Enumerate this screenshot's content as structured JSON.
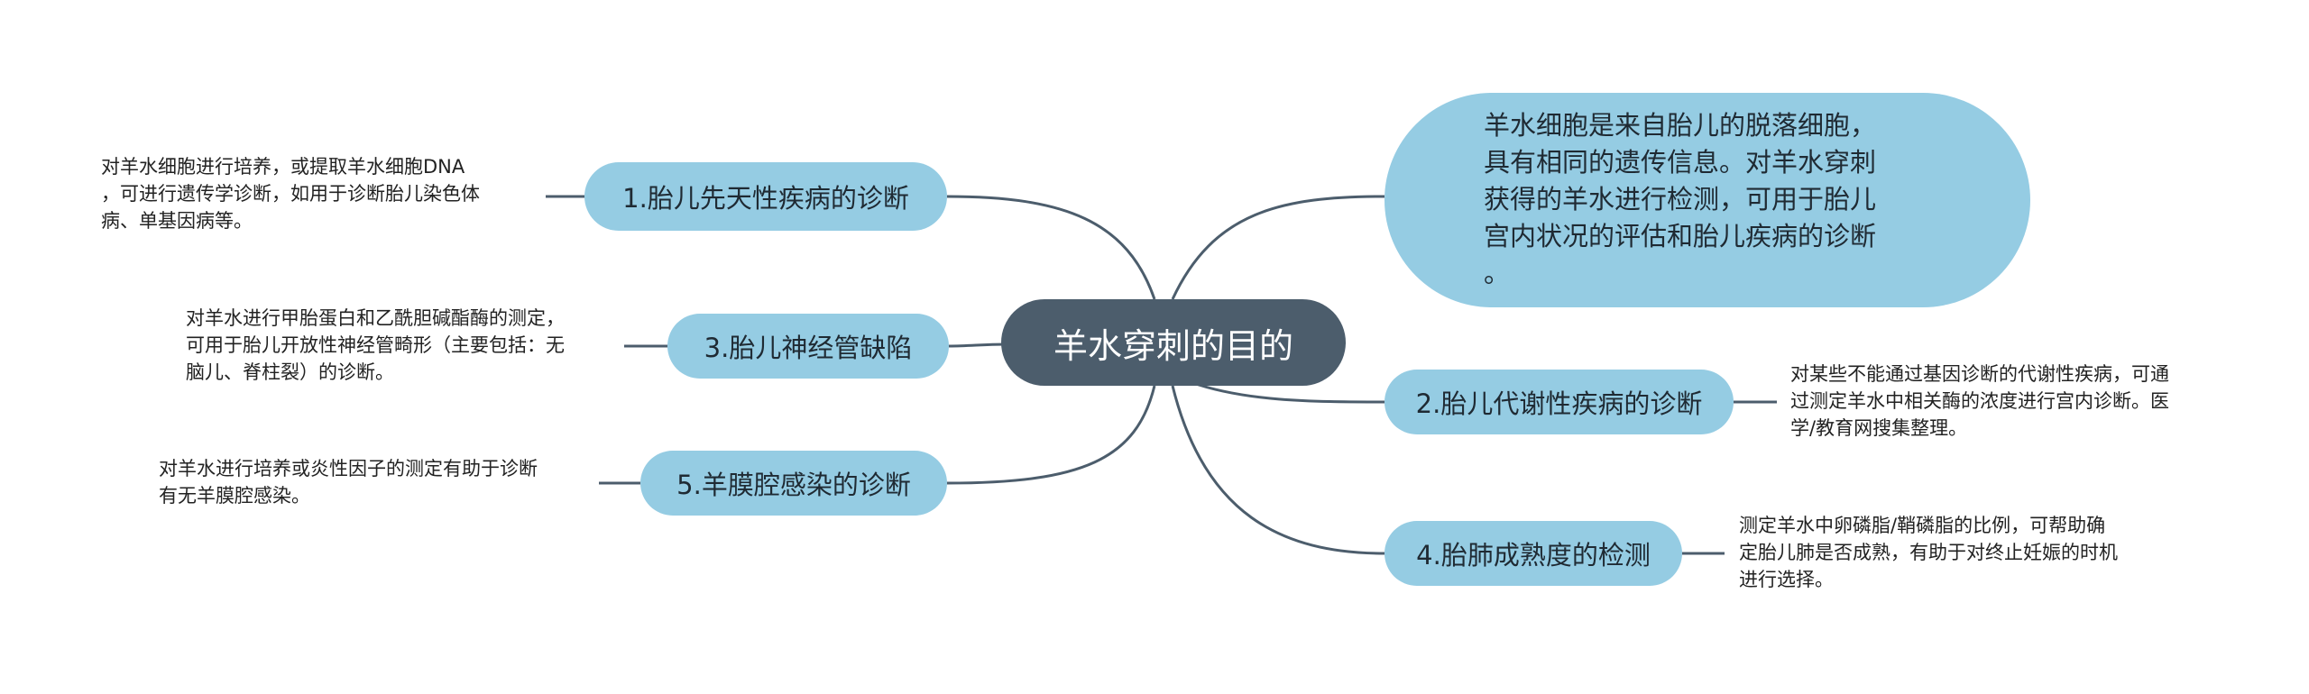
{
  "center": {
    "label": "羊水穿刺的目的"
  },
  "right_main": {
    "label": "羊水细胞是来自胎儿的脱落细胞，\n具有相同的遗传信息。对羊水穿刺\n获得的羊水进行检测，可用于胎儿\n宫内状况的评估和胎儿疾病的诊断\n。"
  },
  "topics": {
    "t1": {
      "label": "1.胎儿先天性疾病的诊断",
      "note": "对羊水细胞进行培养，或提取羊水细胞DNA\n，可进行遗传学诊断，如用于诊断胎儿染色体\n病、单基因病等。"
    },
    "t2": {
      "label": "2.胎儿代谢性疾病的诊断",
      "note": "对某些不能通过基因诊断的代谢性疾病，可通\n过测定羊水中相关酶的浓度进行宫内诊断。医\n学/教育网搜集整理。"
    },
    "t3": {
      "label": "3.胎儿神经管缺陷",
      "note": "对羊水进行甲胎蛋白和乙酰胆碱酯酶的测定，\n可用于胎儿开放性神经管畸形（主要包括：无\n脑儿、脊柱裂）的诊断。"
    },
    "t4": {
      "label": "4.胎肺成熟度的检测",
      "note": "测定羊水中卵磷脂/鞘磷脂的比例，可帮助确\n定胎儿肺是否成熟，有助于对终止妊娠的时机\n进行选择。"
    },
    "t5": {
      "label": "5.羊膜腔感染的诊断",
      "note": "对羊水进行培养或炎性因子的测定有助于诊断\n有无羊膜腔感染。"
    }
  },
  "colors": {
    "center_fill": "#4c5d6c",
    "topic_fill": "#95cce3",
    "connector": "#4c5d6c"
  }
}
